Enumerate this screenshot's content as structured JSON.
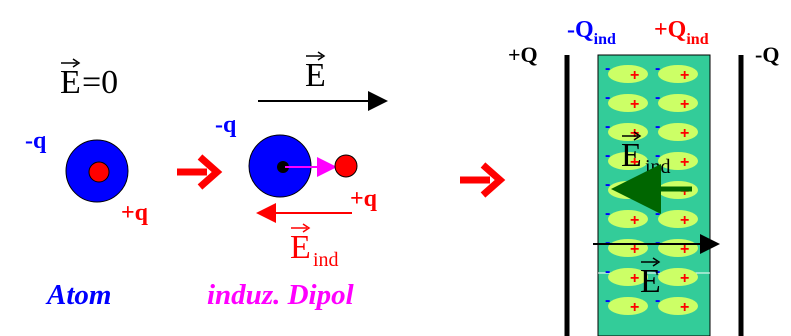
{
  "atom": {
    "field_label": "E",
    "field_eq": "=0",
    "neg_label": "-q",
    "pos_label": "+q",
    "caption": "Atom"
  },
  "dipole": {
    "field_label": "E",
    "neg_label": "-q",
    "pos_label": "+q",
    "induced_label": "E",
    "induced_sub": "ind",
    "caption": "induz. Dipol"
  },
  "capacitor": {
    "left_plate": "+Q",
    "right_plate": "-Q",
    "neg_ind": "-Q",
    "pos_ind": "+Q",
    "ind_sub": "ind",
    "inner_field": "E",
    "inner_field_sub": "ind",
    "external_field": "E",
    "dipole_plus": "+",
    "dipole_minus": "-"
  },
  "colors": {
    "blue": "#0000ff",
    "red": "#ff0000",
    "magenta": "#ff00ff",
    "dielectric": "#33cc99",
    "dipole": "#ccff66",
    "dark_green": "#006600"
  }
}
